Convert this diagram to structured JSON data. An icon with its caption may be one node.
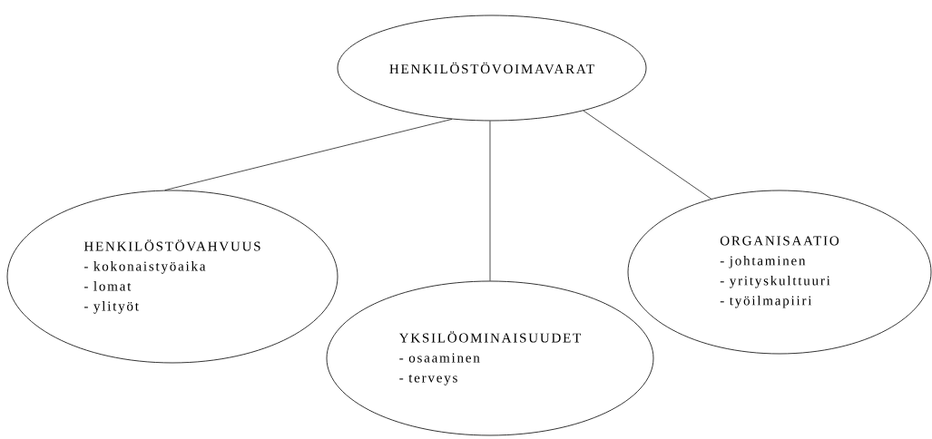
{
  "diagram": {
    "nodes": [
      {
        "text": [
          "HENKILÖSTÖVOIMAVARAT"
        ]
      },
      {
        "text": [
          "HENKILÖSTÖVAHVUUS",
          "- kokonaistyöaika",
          "- lomat",
          "- ylityöt"
        ]
      },
      {
        "text": [
          "YKSILÖOMINAISUUDET",
          "- osaaminen",
          "- terveys"
        ]
      },
      {
        "text": [
          "ORGANISAATIO",
          "- johtaminen",
          "- yrityskulttuuri",
          "- työilmapiiri"
        ]
      }
    ],
    "edges": [
      {
        "from": 0,
        "to": 1,
        "arrow": "none"
      },
      {
        "from": 0,
        "to": 2,
        "arrow": "none"
      },
      {
        "from": 0,
        "to": 3,
        "arrow": "none"
      }
    ]
  }
}
